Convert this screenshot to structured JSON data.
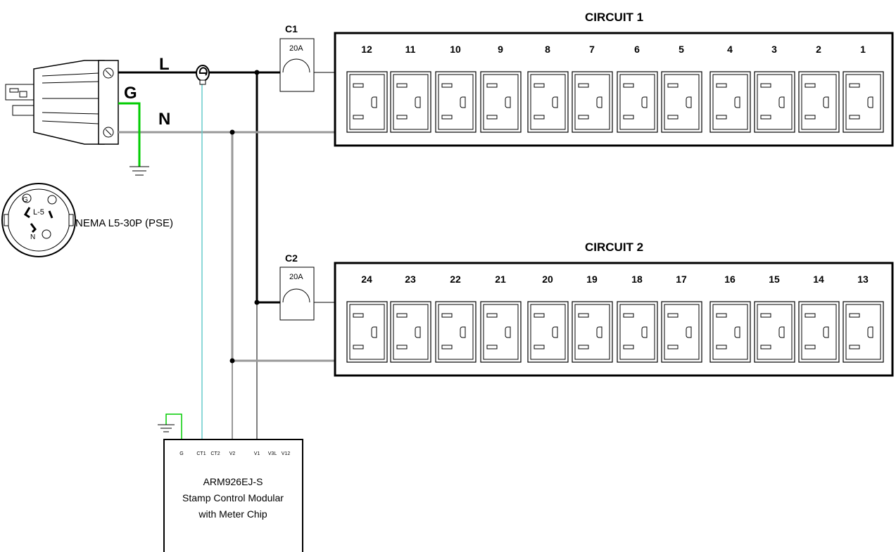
{
  "circuit1": {
    "title": "CIRCUIT 1",
    "breaker": {
      "name": "C1",
      "rating": "20A"
    },
    "outlets": [
      "12",
      "11",
      "10",
      "9",
      "8",
      "7",
      "6",
      "5",
      "4",
      "3",
      "2",
      "1"
    ]
  },
  "circuit2": {
    "title": "CIRCUIT 2",
    "breaker": {
      "name": "C2",
      "rating": "20A"
    },
    "outlets": [
      "24",
      "23",
      "22",
      "21",
      "20",
      "19",
      "18",
      "17",
      "16",
      "15",
      "14",
      "13"
    ]
  },
  "wires": {
    "line": "L",
    "ground": "G",
    "neutral": "N"
  },
  "plug": {
    "label": "NEMA L5-30P (PSE)",
    "face": {
      "ground": "G",
      "center": "L-5",
      "neutral": "N"
    }
  },
  "module": {
    "pins": [
      "G",
      "CT1",
      "CT2",
      "V2",
      "V1",
      "V3L",
      "V12"
    ],
    "line1": "ARM926EJ-S",
    "line2": "Stamp Control Modular",
    "line3": "with Meter Chip"
  },
  "colors": {
    "line_wire": "#000000",
    "neutral_wire": "#808080",
    "ground_wire": "#00cc00",
    "ct_wire": "#66cccc"
  }
}
